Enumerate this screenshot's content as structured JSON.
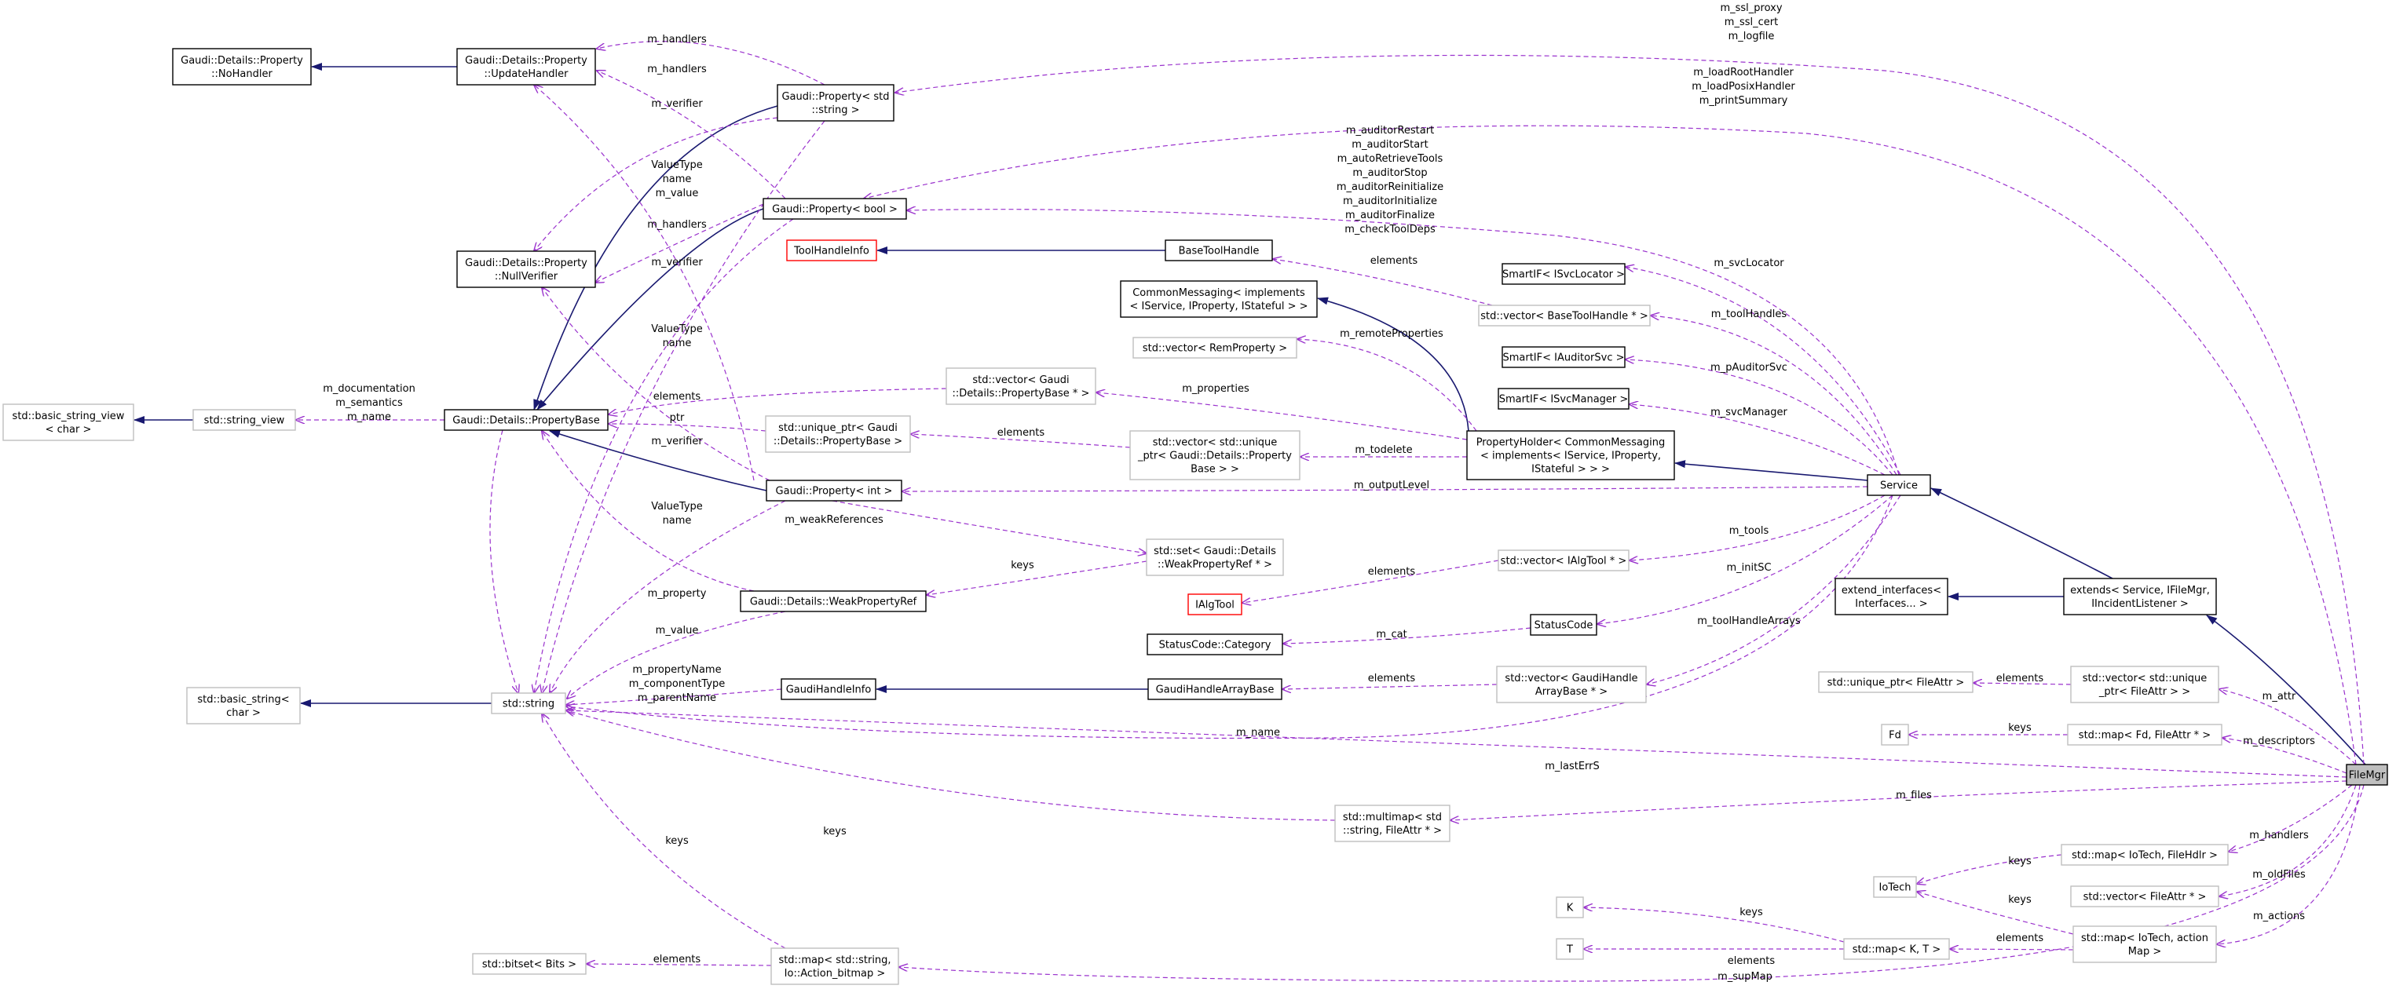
{
  "diagram": {
    "colors": {
      "inheritance": "#191970",
      "usage": "#9a32cd",
      "node_solid": "#000000",
      "node_gray": "#bfbfbf",
      "node_red": "#ff0000",
      "target_fill": "#bfbfbf"
    },
    "nodes": [
      {
        "id": "filemgr",
        "lines": [
          "FileMgr"
        ],
        "style": "target"
      },
      {
        "id": "extends",
        "lines": [
          "extends< Service, IFileMgr,",
          "IIncidentListener >"
        ],
        "style": "solid"
      },
      {
        "id": "extend_if",
        "lines": [
          "extend_interfaces<",
          "Interfaces... >"
        ],
        "style": "solid"
      },
      {
        "id": "service",
        "lines": [
          "Service"
        ],
        "style": "solid"
      },
      {
        "id": "propholder",
        "lines": [
          "PropertyHolder< CommonMessaging",
          "< implements< IService, IProperty,",
          "IStateful > > >"
        ],
        "style": "solid"
      },
      {
        "id": "commonmsg",
        "lines": [
          "CommonMessaging< implements",
          "< IService, IProperty, IStateful > >"
        ],
        "style": "solid"
      },
      {
        "id": "smart_svcloc",
        "lines": [
          "SmartIF< ISvcLocator >"
        ],
        "style": "solid"
      },
      {
        "id": "vec_basetool",
        "lines": [
          "std::vector< BaseToolHandle * >"
        ],
        "style": "gray"
      },
      {
        "id": "smart_auditor",
        "lines": [
          "SmartIF< IAuditorSvc >"
        ],
        "style": "solid"
      },
      {
        "id": "smart_svcmgr",
        "lines": [
          "SmartIF< ISvcManager >"
        ],
        "style": "solid"
      },
      {
        "id": "vec_ialgtool",
        "lines": [
          "std::vector< IAlgTool * >"
        ],
        "style": "gray"
      },
      {
        "id": "statuscode",
        "lines": [
          "StatusCode"
        ],
        "style": "solid"
      },
      {
        "id": "vec_gaudihandle",
        "lines": [
          "std::vector< GaudiHandle",
          "ArrayBase * >"
        ],
        "style": "gray"
      },
      {
        "id": "basetoolhandle",
        "lines": [
          "BaseToolHandle"
        ],
        "style": "solid"
      },
      {
        "id": "toolhandleinfo",
        "lines": [
          "ToolHandleInfo"
        ],
        "style": "red"
      },
      {
        "id": "vec_remprop",
        "lines": [
          "std::vector< RemProperty >"
        ],
        "style": "gray"
      },
      {
        "id": "vec_propbase",
        "lines": [
          "std::vector< Gaudi",
          "::Details::PropertyBase * >"
        ],
        "style": "gray"
      },
      {
        "id": "vec_uniqueprop",
        "lines": [
          "std::vector< std::unique",
          "_ptr< Gaudi::Details::Property",
          "Base > >"
        ],
        "style": "gray"
      },
      {
        "id": "uniqueptr_propbase",
        "lines": [
          "std::unique_ptr< Gaudi",
          "::Details::PropertyBase >"
        ],
        "style": "gray"
      },
      {
        "id": "set_weakref",
        "lines": [
          "std::set< Gaudi::Details",
          "::WeakPropertyRef * >"
        ],
        "style": "gray"
      },
      {
        "id": "ialgtool",
        "lines": [
          "IAlgTool"
        ],
        "style": "red"
      },
      {
        "id": "sc_category",
        "lines": [
          "StatusCode::Category"
        ],
        "style": "solid"
      },
      {
        "id": "gh_arraybase",
        "lines": [
          "GaudiHandleArrayBase"
        ],
        "style": "solid"
      },
      {
        "id": "gh_info",
        "lines": [
          "GaudiHandleInfo"
        ],
        "style": "solid"
      },
      {
        "id": "prop_string",
        "lines": [
          "Gaudi::Property< std",
          "::string >"
        ],
        "style": "solid"
      },
      {
        "id": "prop_bool",
        "lines": [
          "Gaudi::Property< bool >"
        ],
        "style": "solid"
      },
      {
        "id": "prop_int",
        "lines": [
          "Gaudi::Property< int >"
        ],
        "style": "solid"
      },
      {
        "id": "weakpropref",
        "lines": [
          "Gaudi::Details::WeakPropertyRef"
        ],
        "style": "solid"
      },
      {
        "id": "propbase",
        "lines": [
          "Gaudi::Details::PropertyBase"
        ],
        "style": "solid"
      },
      {
        "id": "nullverifier",
        "lines": [
          "Gaudi::Details::Property",
          "::NullVerifier"
        ],
        "style": "solid"
      },
      {
        "id": "updatehandler",
        "lines": [
          "Gaudi::Details::Property",
          "::UpdateHandler"
        ],
        "style": "solid"
      },
      {
        "id": "nohandler",
        "lines": [
          "Gaudi::Details::Property",
          "::NoHandler"
        ],
        "style": "solid"
      },
      {
        "id": "string_view",
        "lines": [
          "std::string_view"
        ],
        "style": "gray"
      },
      {
        "id": "basic_string_view",
        "lines": [
          "std::basic_string_view",
          "< char >"
        ],
        "style": "gray"
      },
      {
        "id": "std_string",
        "lines": [
          "std::string"
        ],
        "style": "gray"
      },
      {
        "id": "basic_string",
        "lines": [
          "std::basic_string<",
          "char >"
        ],
        "style": "gray"
      },
      {
        "id": "multimap",
        "lines": [
          "std::multimap< std",
          "::string, FileAttr * >"
        ],
        "style": "gray"
      },
      {
        "id": "map_action",
        "lines": [
          "std::map< std::string,",
          "Io::Action_bitmap >"
        ],
        "style": "gray"
      },
      {
        "id": "bitset",
        "lines": [
          "std::bitset< Bits >"
        ],
        "style": "gray"
      },
      {
        "id": "uniqueptr_fileattr",
        "lines": [
          "std::unique_ptr< FileAttr >"
        ],
        "style": "gray"
      },
      {
        "id": "vec_uniquefileattr",
        "lines": [
          "std::vector< std::unique",
          "_ptr< FileAttr > >"
        ],
        "style": "gray"
      },
      {
        "id": "fd",
        "lines": [
          "Fd"
        ],
        "style": "gray"
      },
      {
        "id": "map_fd",
        "lines": [
          "std::map< Fd, FileAttr * >"
        ],
        "style": "gray"
      },
      {
        "id": "map_iotech_hdlr",
        "lines": [
          "std::map< IoTech, FileHdlr >"
        ],
        "style": "gray"
      },
      {
        "id": "iotech",
        "lines": [
          "IoTech"
        ],
        "style": "gray"
      },
      {
        "id": "vec_fileattr",
        "lines": [
          "std::vector< FileAttr * >"
        ],
        "style": "gray"
      },
      {
        "id": "k",
        "lines": [
          "K"
        ],
        "style": "gray"
      },
      {
        "id": "t",
        "lines": [
          "T"
        ],
        "style": "gray"
      },
      {
        "id": "map_kt",
        "lines": [
          "std::map< K, T >"
        ],
        "style": "gray"
      },
      {
        "id": "map_iotech_action",
        "lines": [
          "std::map< IoTech, action",
          "Map >"
        ],
        "style": "gray"
      }
    ],
    "edge_labels": [
      "m_ssl_proxy",
      "m_ssl_cert",
      "m_logfile",
      "m_loadRootHandler",
      "m_loadPosixHandler",
      "m_printSummary",
      "m_auditorRestart",
      "m_auditorStart",
      "m_autoRetrieveTools",
      "m_auditorStop",
      "m_auditorReinitialize",
      "m_auditorInitialize",
      "m_auditorFinalize",
      "m_checkToolDeps",
      "m_handlers",
      "m_handlers",
      "m_verifier",
      "ValueType",
      "name",
      "m_value",
      "m_handlers",
      "m_verifier",
      "ValueType",
      "name",
      "m_documentation",
      "m_semantics",
      "m_name",
      "elements",
      "ptr",
      "m_verifier",
      "ValueType",
      "name",
      "m_weakReferences",
      "m_property",
      "m_value",
      "m_propertyName",
      "m_componentType",
      "m_parentName",
      "elements",
      "m_remoteProperties",
      "m_properties",
      "elements",
      "m_todelete",
      "m_outputLevel",
      "keys",
      "elements",
      "m_cat",
      "elements",
      "m_svcLocator",
      "m_toolHandles",
      "m_pAuditorSvc",
      "m_svcManager",
      "m_tools",
      "m_initSC",
      "m_toolHandleArrays",
      "m_name",
      "m_lastErrS",
      "m_files",
      "keys",
      "keys",
      "elements",
      "elements",
      "m_attr",
      "keys",
      "m_descriptors",
      "keys",
      "m_handlers",
      "m_oldFiles",
      "keys",
      "keys",
      "elements",
      "m_actions",
      "elements",
      "m_supMap"
    ]
  }
}
